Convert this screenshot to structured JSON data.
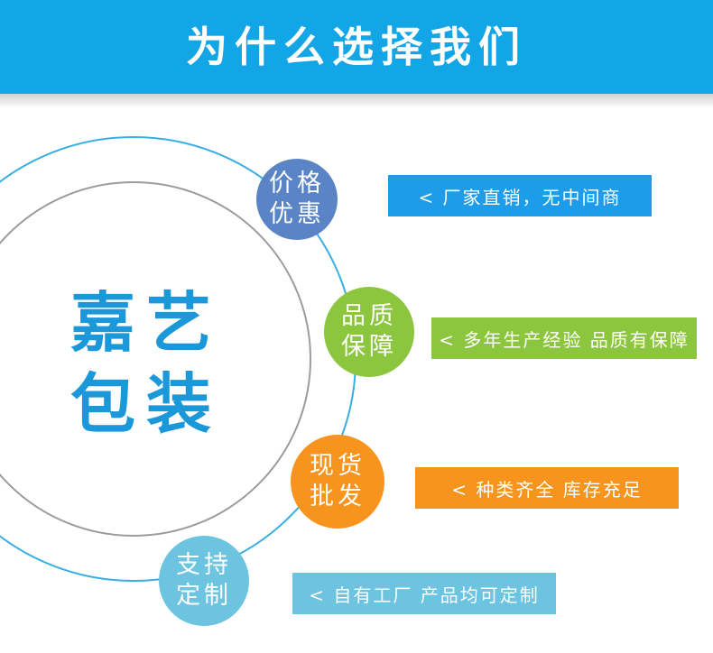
{
  "header": {
    "title": "为什么选择我们"
  },
  "center": {
    "line1": "嘉艺",
    "line2": "包装"
  },
  "colors": {
    "banner": "#12a6e6",
    "brand_text": "#1b98d9",
    "ring_outer": "#3aaee2",
    "ring_inner": "#9c9c9c",
    "price": "#5a84c6",
    "quality": "#8cc63f",
    "stock": "#f7941d",
    "custom": "#6cc4e0",
    "tag_price": "#1d9cea",
    "tag_quality": "#8cc63f",
    "tag_stock": "#f7941d",
    "tag_custom": "#6cc4e0"
  },
  "features": [
    {
      "line1": "价格",
      "line2": "优惠",
      "tag": "< 厂家直销，无中间商"
    },
    {
      "line1": "品质",
      "line2": "保障",
      "tag": "< 多年生产经验 品质有保障"
    },
    {
      "line1": "现货",
      "line2": "批发",
      "tag": "< 种类齐全 库存充足"
    },
    {
      "line1": "支持",
      "line2": "定制",
      "tag": "< 自有工厂 产品均可定制"
    }
  ]
}
